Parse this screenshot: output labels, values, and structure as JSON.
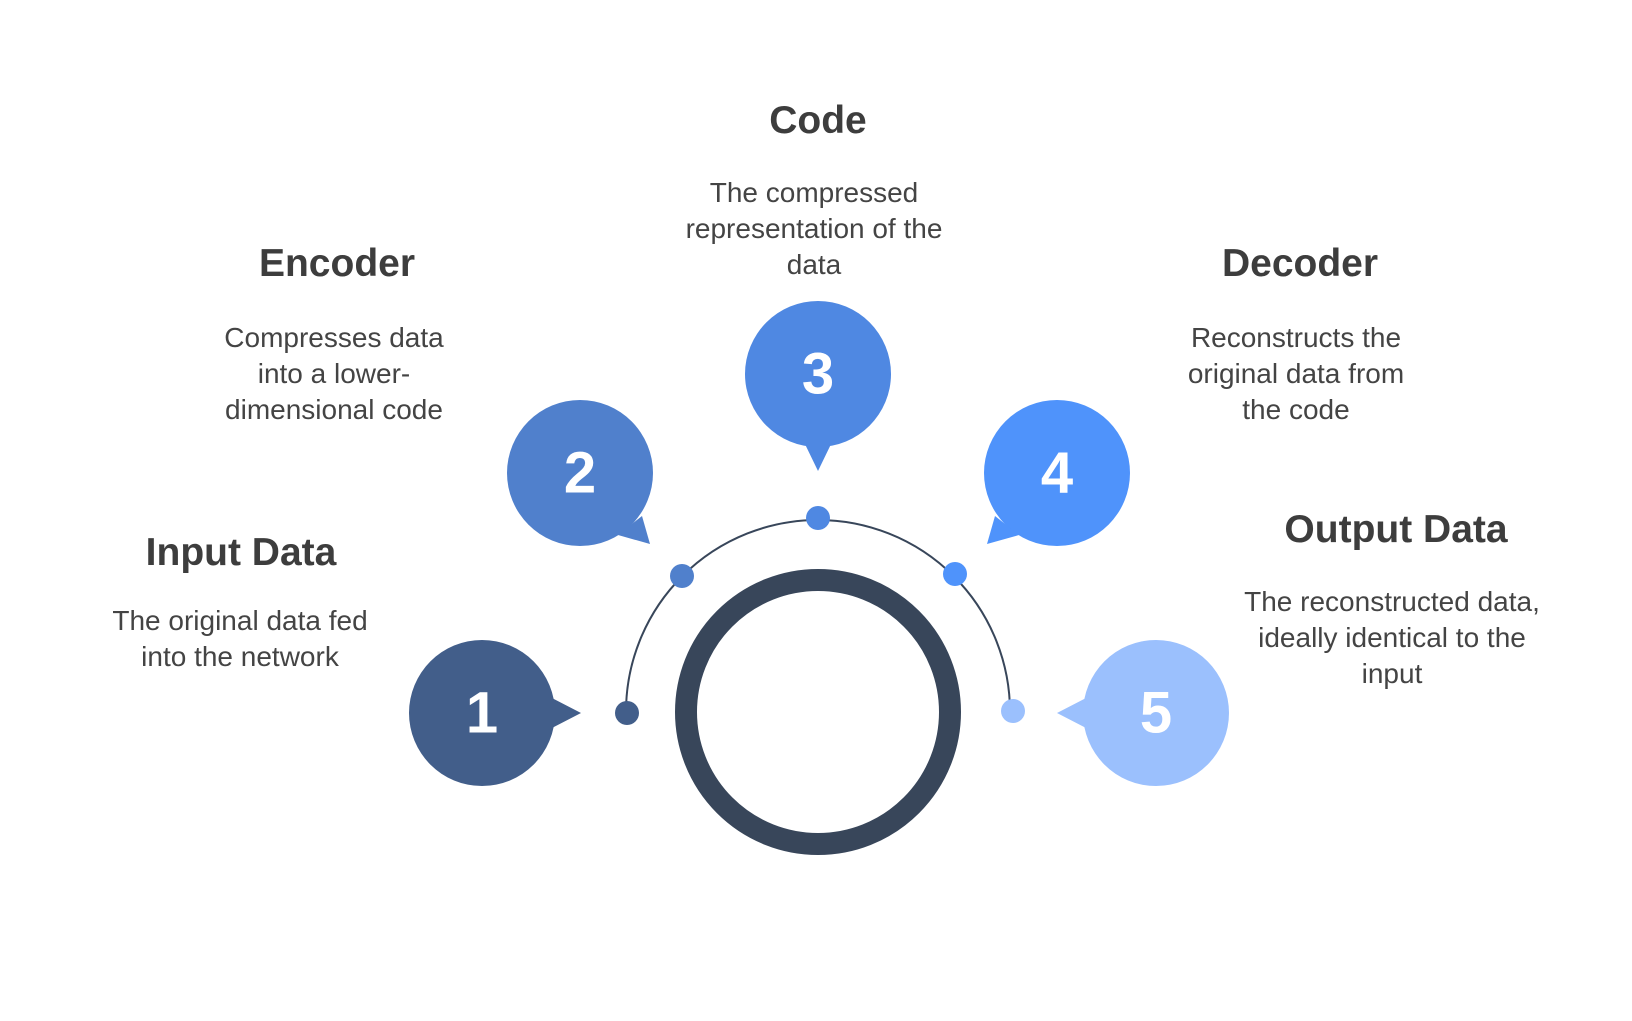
{
  "steps": [
    {
      "number": "1",
      "title": "Input Data",
      "description": "The original data fed into the network",
      "color": "#425e8a"
    },
    {
      "number": "2",
      "title": "Encoder",
      "description": "Compresses data into a lower-dimensional code",
      "color": "#5080cc"
    },
    {
      "number": "3",
      "title": "Code",
      "description": "The compressed representation of the data",
      "color": "#4f88e2"
    },
    {
      "number": "4",
      "title": "Decoder",
      "description": "Reconstructs the original data from the code",
      "color": "#4f93fb"
    },
    {
      "number": "5",
      "title": "Output Data",
      "description": "The reconstructed data, ideally identical to the input",
      "color": "#9bc0fd"
    }
  ],
  "ring_color": "#38465a",
  "arc_color": "#38465a"
}
